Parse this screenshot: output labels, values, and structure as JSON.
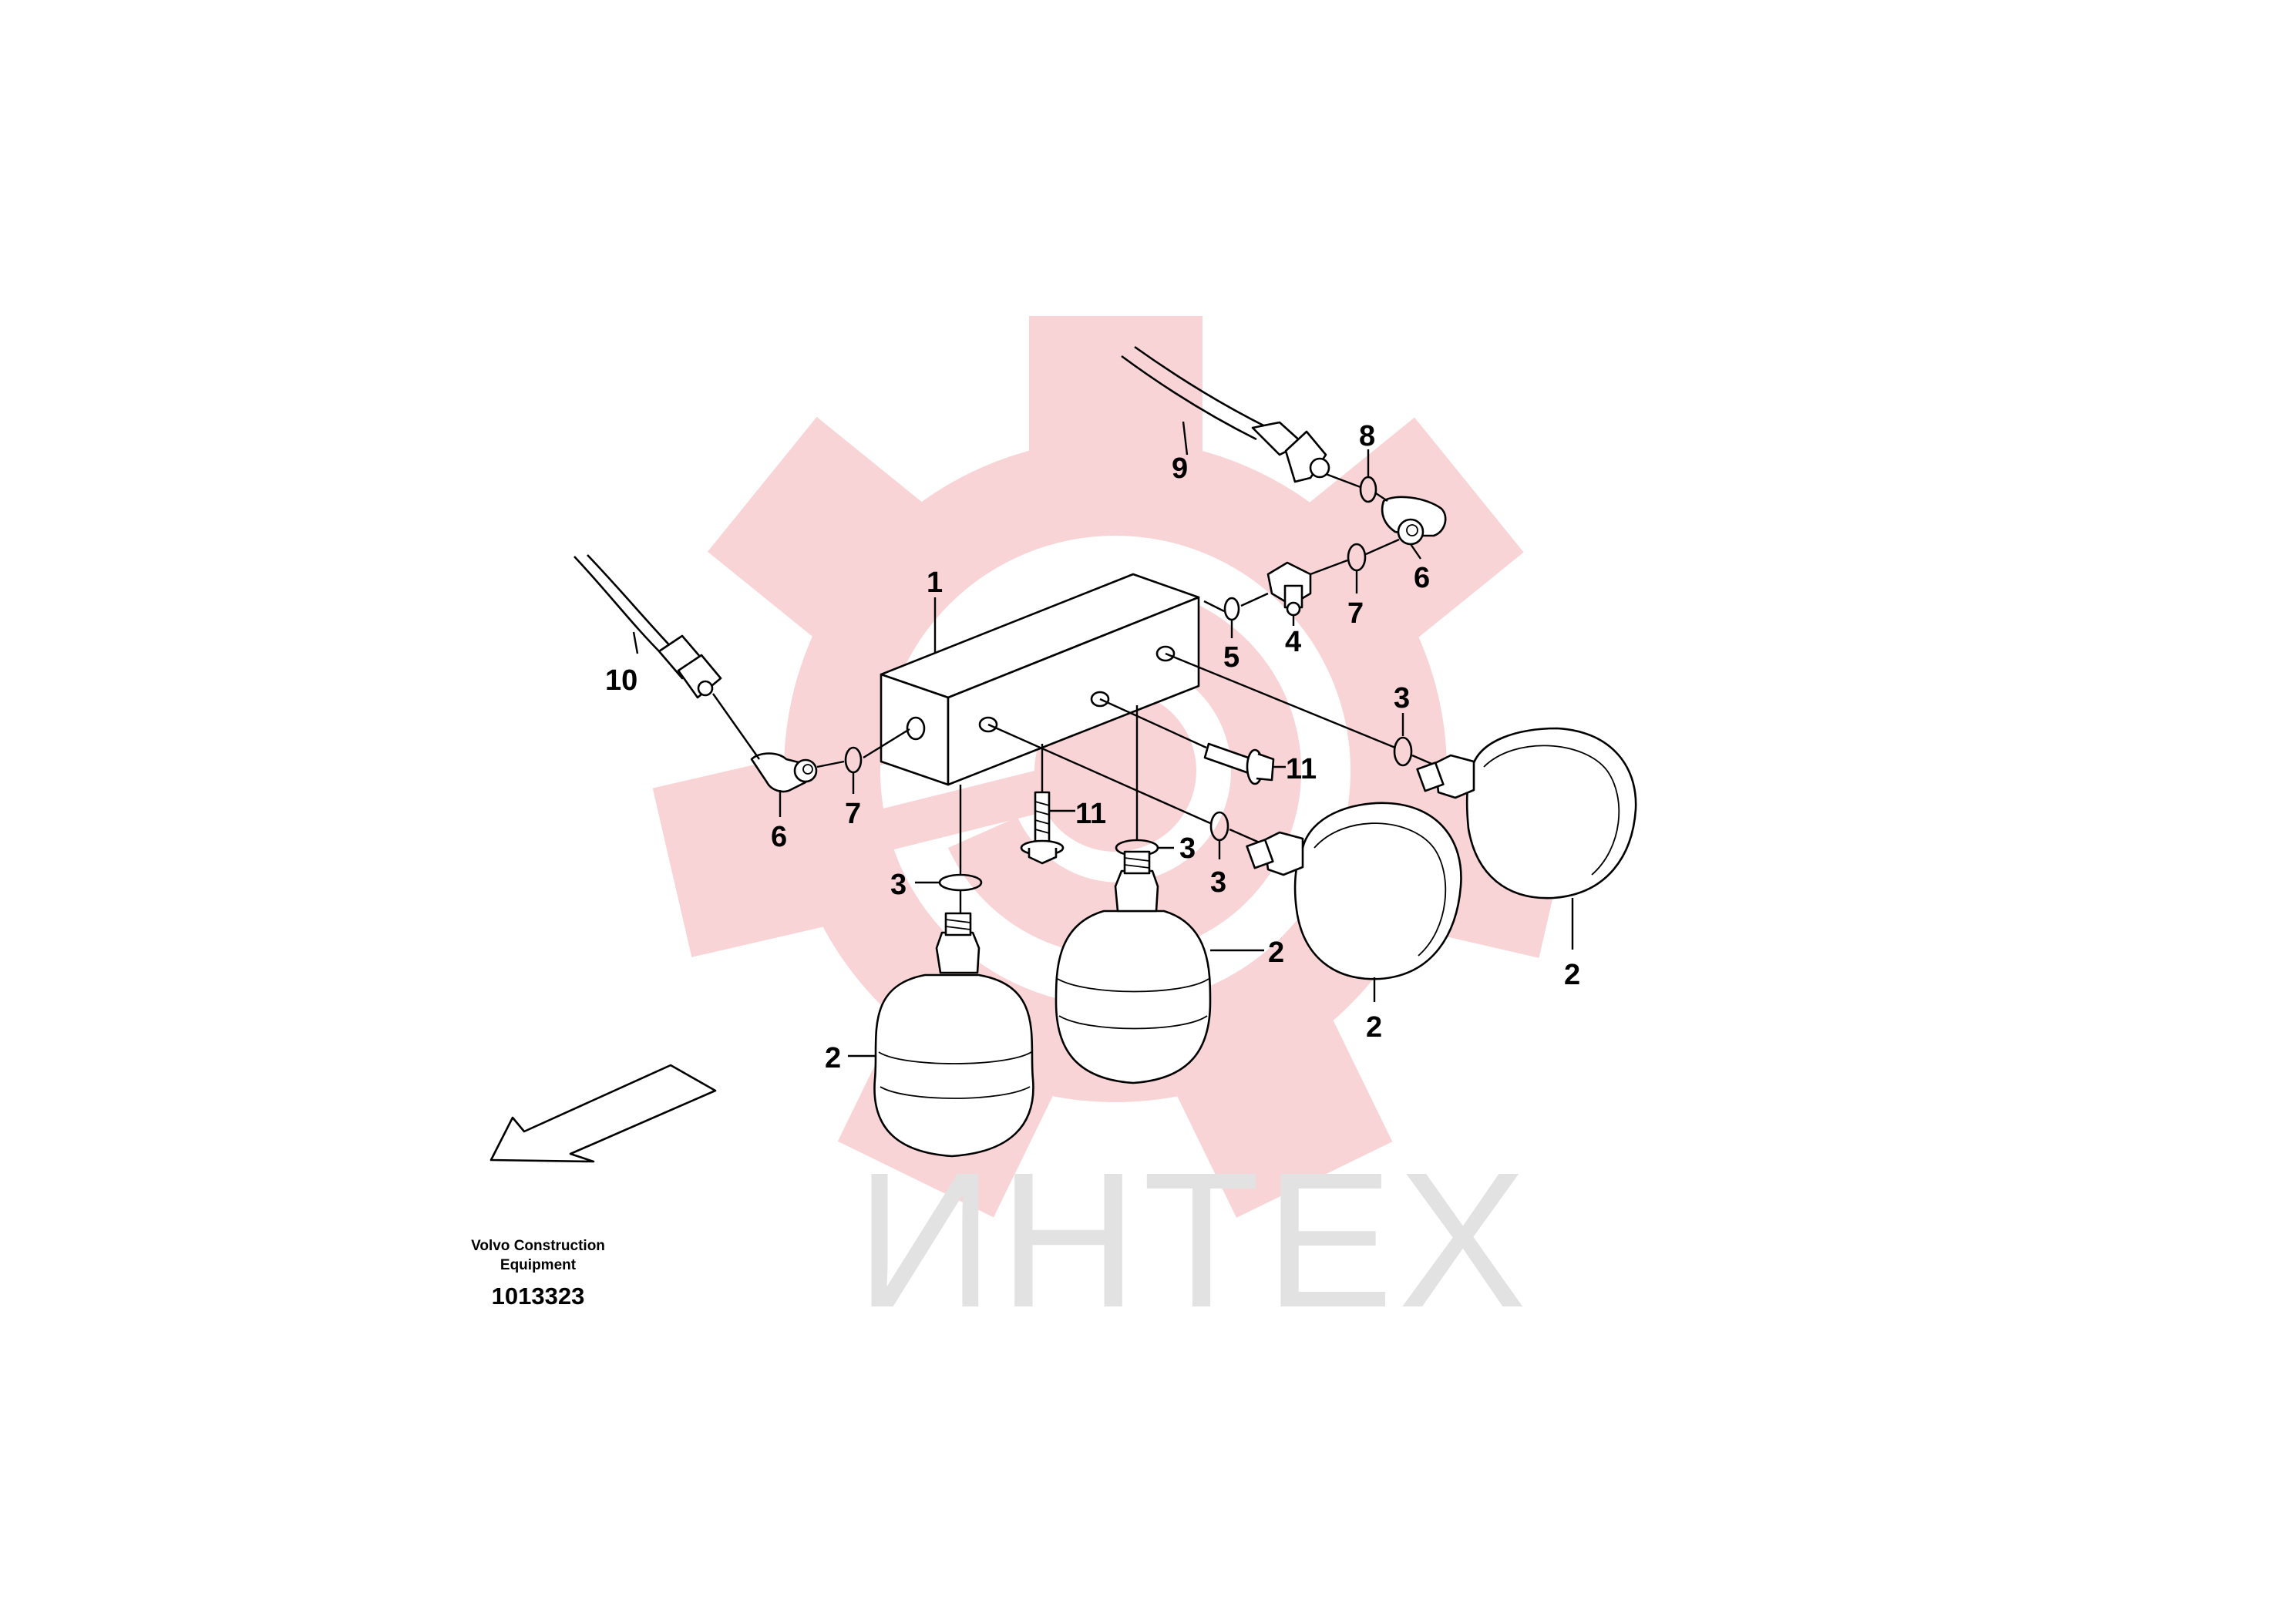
{
  "watermark": {
    "text": "ИНТЕХ",
    "gear_color": "#f9d4d6",
    "text_color": "#e2e2e2"
  },
  "caption": {
    "line1": "Volvo Construction",
    "line2": "Equipment",
    "drawing_number": "1013323"
  },
  "callouts": {
    "c1": "1",
    "c2a": "2",
    "c2b": "2",
    "c2c": "2",
    "c2d": "2",
    "c3a": "3",
    "c3b": "3",
    "c3c": "3",
    "c3d": "3",
    "c4": "4",
    "c5": "5",
    "c6a": "6",
    "c6b": "6",
    "c7a": "7",
    "c7b": "7",
    "c8": "8",
    "c9": "9",
    "c10": "10",
    "c11a": "11",
    "c11b": "11"
  },
  "icons": {
    "direction_arrow": "forward-direction-arrow-icon"
  }
}
